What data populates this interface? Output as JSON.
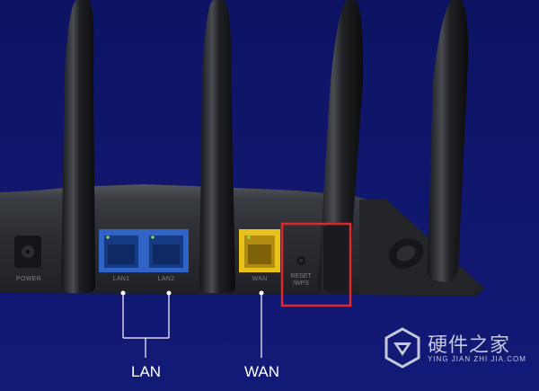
{
  "ports": {
    "power": "POWER",
    "lan1": "LAN1",
    "lan2": "LAN2",
    "wan": "WAN",
    "reset_line1": "RESET",
    "reset_line2": "/WPS"
  },
  "callouts": {
    "lan": "LAN",
    "wan": "WAN"
  },
  "watermark": {
    "title": "硬件之家",
    "subtitle": "YING JIAN ZHI JIA.COM"
  },
  "colors": {
    "background": "#10156b",
    "router_body": "#2b2d33",
    "lan_port": "#2f63c6",
    "wan_port": "#e8c21a",
    "highlight_box": "#e0262b"
  }
}
